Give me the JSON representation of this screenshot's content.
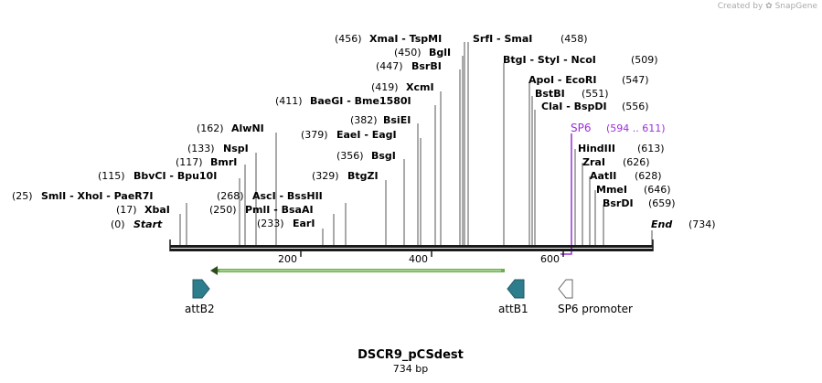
{
  "credit": {
    "text": "Created by",
    "brand": "SnapGene"
  },
  "map": {
    "name": "DSCR9_pCSdest",
    "length_label": "734 bp",
    "length": 734
  },
  "sites": [
    {
      "pos": "(456)",
      "label": "XmaI  - TspMI",
      "bp": 456
    },
    {
      "pos": "",
      "label": "SrfI  - SmaI",
      "suffix": "(458)",
      "bp": 458
    },
    {
      "pos": "(450)",
      "label": "BglI",
      "bp": 450
    },
    {
      "pos": "(447)",
      "label": "BsrBI",
      "bp": 447
    },
    {
      "pos": "",
      "label": "BtgI  - StyI  - NcoI",
      "suffix": "(509)",
      "bp": 509
    },
    {
      "pos": "(419)",
      "label": "XcmI",
      "bp": 419
    },
    {
      "pos": "",
      "label": "ApoI  - EcoRI",
      "suffix": "(547)",
      "bp": 547
    },
    {
      "pos": "(411)",
      "label": "BaeGI  - Bme1580I",
      "bp": 411
    },
    {
      "pos": "",
      "label": "BstBI",
      "suffix": "(551)",
      "bp": 551
    },
    {
      "pos": "(382)",
      "label": "BsiEI",
      "bp": 382
    },
    {
      "pos": "",
      "label": "ClaI  - BspDI",
      "suffix": "(556)",
      "bp": 556
    },
    {
      "pos": "(162)",
      "label": "AlwNI",
      "bp": 162
    },
    {
      "pos": "(379)",
      "label": "EaeI  - EagI",
      "bp": 379
    },
    {
      "pos": "(133)",
      "label": "NspI",
      "bp": 133
    },
    {
      "pos": "(356)",
      "label": "BsgI",
      "bp": 356
    },
    {
      "pos": "",
      "label": "HindIII",
      "suffix": "(613)",
      "bp": 613
    },
    {
      "pos": "(117)",
      "label": "BmrI",
      "bp": 117
    },
    {
      "pos": "",
      "label": "ZraI",
      "suffix": "(626)",
      "bp": 626
    },
    {
      "pos": "(115)",
      "label": "BbvCI  - Bpu10I",
      "bp": 115
    },
    {
      "pos": "(329)",
      "label": "BtgZI",
      "bp": 329
    },
    {
      "pos": "",
      "label": "AatII",
      "suffix": "(628)",
      "bp": 628
    },
    {
      "pos": "",
      "label": "MmeI",
      "suffix": "(646)",
      "bp": 646
    },
    {
      "pos": "(25)",
      "label": "SmlI  - XhoI  - PaeR7I",
      "bp": 25
    },
    {
      "pos": "(268)",
      "label": "AscI  - BssHII",
      "bp": 268
    },
    {
      "pos": "",
      "label": "BsrDI",
      "suffix": "(659)",
      "bp": 659
    },
    {
      "pos": "(17)",
      "label": "XbaI",
      "bp": 17
    },
    {
      "pos": "(250)",
      "label": "PmlI  - BsaAI",
      "bp": 250
    },
    {
      "pos": "(0)",
      "label": "Start",
      "bp": 0
    },
    {
      "pos": "(233)",
      "label": "EarI",
      "bp": 233
    },
    {
      "pos": "",
      "label": "End",
      "suffix": "(734)",
      "bp": 734
    }
  ],
  "primer": {
    "label": "SP6",
    "range": "(594 .. 611)",
    "color": "#9b30d9"
  },
  "ticks": [
    "200",
    "400",
    "600"
  ],
  "features": [
    {
      "label": "attB2",
      "color": "#2e7d8c"
    },
    {
      "label": "attB1",
      "color": "#2e7d8c"
    },
    {
      "label": "SP6 promoter",
      "color": "#ffffff"
    }
  ],
  "orf": {
    "color": "#6ab04c"
  }
}
